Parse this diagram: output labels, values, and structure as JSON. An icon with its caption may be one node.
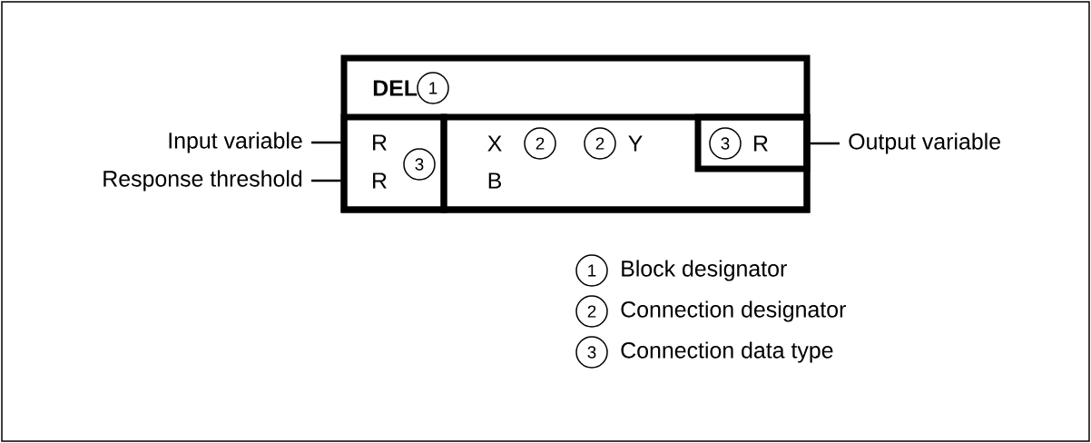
{
  "diagram": {
    "nodes": [
      {
        "text": [
          "DEL"
        ]
      },
      {
        "text": [
          "R",
          "R"
        ],
        "in": 0
      },
      {
        "text": [
          "X",
          "Y",
          "B"
        ],
        "in": 0
      },
      {
        "text": [
          "R"
        ],
        "in": 2
      },
      {
        "text": [
          "Input variable"
        ]
      },
      {
        "text": [
          "Response threshold"
        ]
      },
      {
        "text": [
          "Output variable"
        ]
      }
    ],
    "edges": [
      {
        "from": 4,
        "to": 1,
        "arrow": "none"
      },
      {
        "from": 5,
        "to": 1,
        "arrow": "none"
      },
      {
        "from": 3,
        "to": 6,
        "arrow": "none"
      }
    ],
    "labels": [
      "1",
      "3",
      "2",
      "2",
      "3",
      "1",
      "Block designator",
      "2",
      "Connection designator",
      "3",
      "Connection data type"
    ]
  }
}
